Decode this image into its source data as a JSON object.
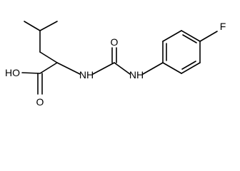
{
  "structure": {
    "atom_labels": {
      "hydroxyl": "HO",
      "carbonyl_oxygen_acid": "O",
      "carbonyl_oxygen_urea": "O",
      "amine_nh_1": "NH",
      "amine_nh_2": "NH",
      "fluorine": "F"
    },
    "colors": {
      "bonds": "#000000",
      "labels": "#000000",
      "background": "#ffffff"
    }
  }
}
